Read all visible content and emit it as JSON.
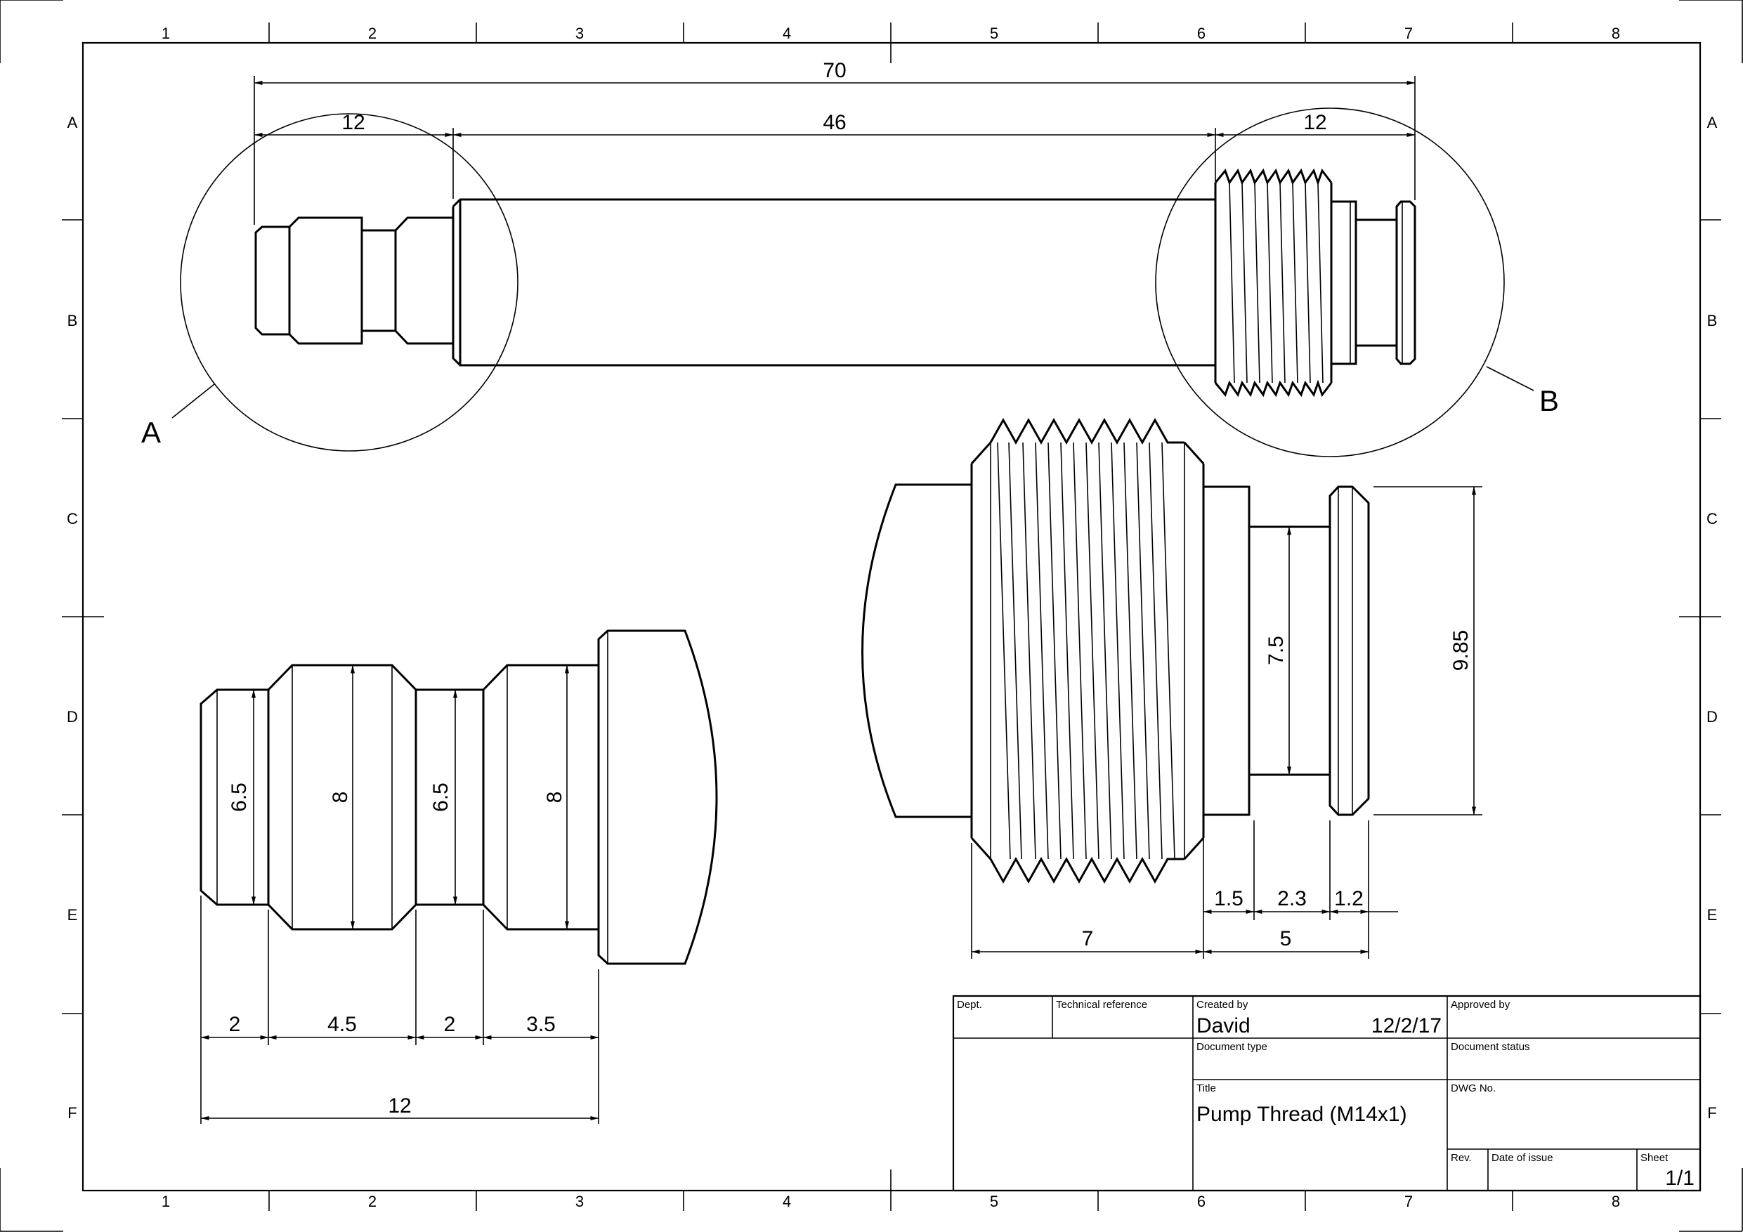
{
  "zones": {
    "columns": [
      "1",
      "2",
      "3",
      "4",
      "5",
      "6",
      "7",
      "8"
    ],
    "rows": [
      "A",
      "B",
      "C",
      "D",
      "E",
      "F"
    ]
  },
  "dimensions": {
    "overall_length": "70",
    "left_segment": "12",
    "middle_segment": "46",
    "right_segment": "12",
    "detail_a_diameters": [
      "6.5",
      "8",
      "6.5",
      "8"
    ],
    "detail_a_lengths": [
      "2",
      "4.5",
      "2",
      "3.5"
    ],
    "detail_a_total": "12",
    "detail_b_groove_diameter": "7.5",
    "detail_b_outer_diameter": "9.85",
    "detail_b_lengths": [
      "1.5",
      "2.3",
      "1.2"
    ],
    "detail_b_thread_length": "7",
    "detail_b_tail_length": "5"
  },
  "callouts": {
    "detail_a": "A",
    "detail_b": "B"
  },
  "title_block": {
    "dept_label": "Dept.",
    "technical_reference_label": "Technical reference",
    "created_by_label": "Created by",
    "created_by": "David",
    "created_date": "12/2/17",
    "approved_by_label": "Approved by",
    "document_type_label": "Document type",
    "document_status_label": "Document status",
    "title_label": "Title",
    "title": "Pump Thread (M14x1)",
    "dwg_no_label": "DWG No.",
    "rev_label": "Rev.",
    "date_of_issue_label": "Date of issue",
    "sheet_label": "Sheet",
    "sheet": "1/1"
  }
}
